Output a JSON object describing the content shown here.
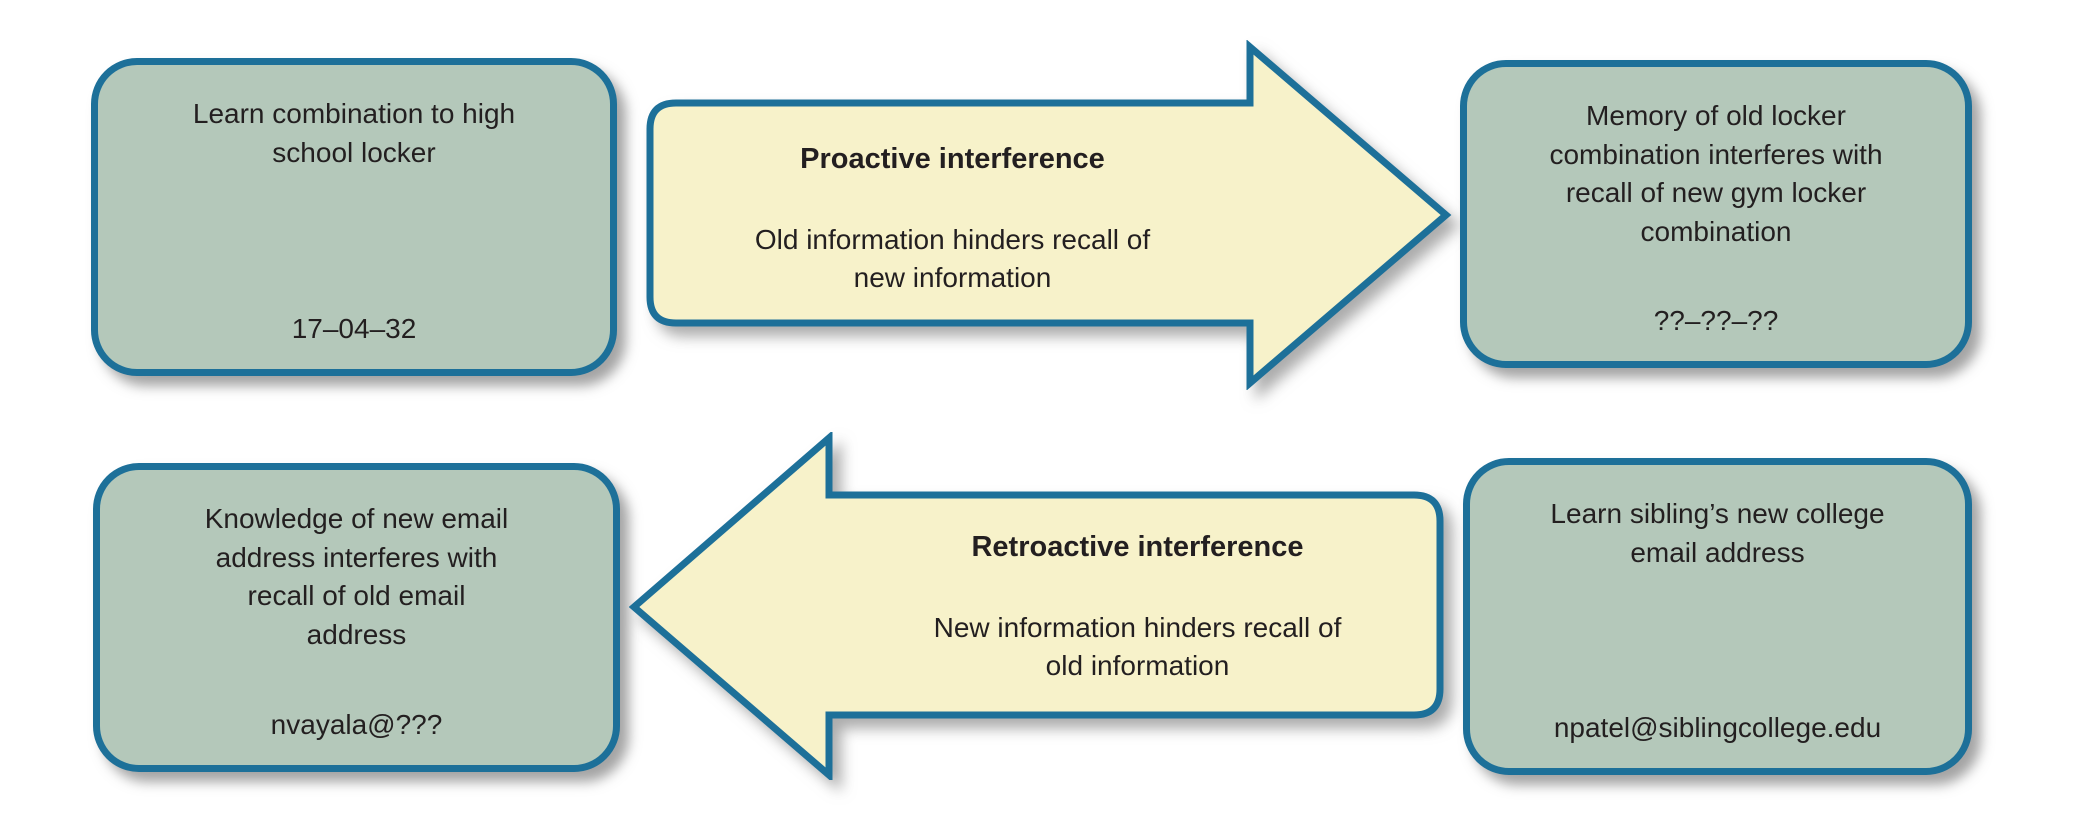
{
  "top_row": {
    "before_box": {
      "text": "Learn combination to high\nschool locker",
      "value": "17–04–32"
    },
    "arrow": {
      "title": "Proactive interference",
      "description": "Old information hinders recall of\nnew information",
      "direction": "right"
    },
    "after_box": {
      "text": "Memory of old locker\ncombination interferes with\nrecall of new gym locker\ncombination",
      "value": "??–??–??"
    }
  },
  "bottom_row": {
    "result_box": {
      "text": "Knowledge of new email\naddress interferes with\nrecall of old email\naddress",
      "value": "nvayala@???"
    },
    "arrow": {
      "title": "Retroactive interference",
      "description": "New information hinders recall of\nold information",
      "direction": "left"
    },
    "source_box": {
      "text": "Learn sibling’s new college\nemail address",
      "value": "npatel@siblingcollege.edu"
    }
  },
  "colors": {
    "box_fill": "#b4c8ba",
    "box_border": "#1d7099",
    "arrow_fill": "#f7f2ca",
    "arrow_border": "#1d7099",
    "text_color": "#231f20",
    "background": "#ffffff"
  }
}
